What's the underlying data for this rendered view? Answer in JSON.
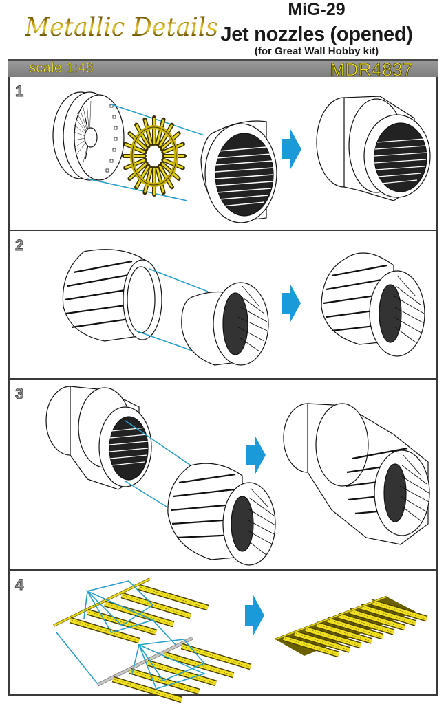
{
  "header": {
    "brand": "Metallic Details",
    "title_line1": "MiG-29",
    "title_line2": "Jet nozzles (opened)",
    "title_line3": "(for Great Wall Hobby kit)"
  },
  "scalebar": {
    "scale": "scale 1:48",
    "product_code": "MDR4837"
  },
  "colors": {
    "arrow": "#1a9ad9",
    "leader_lines": "#2aa0c8",
    "photo_etch": "#e8d820",
    "bar": "#858585",
    "code_text": "#f4e830"
  },
  "steps": [
    {
      "number": "1",
      "description": "Exploded nozzle core, photo-etched petal ring and outer shroud; arrow to assembled shroud"
    },
    {
      "number": "2",
      "description": "Outer flap shell slid over inner nozzle ring; arrow to assembled nozzle"
    },
    {
      "number": "3",
      "description": "Step 1 assembly joined to step 2 nozzle; arrow to complete nozzle"
    },
    {
      "number": "4",
      "description": "Two photo-etched strip frets folded together; arrow to finished strip panel"
    }
  ]
}
